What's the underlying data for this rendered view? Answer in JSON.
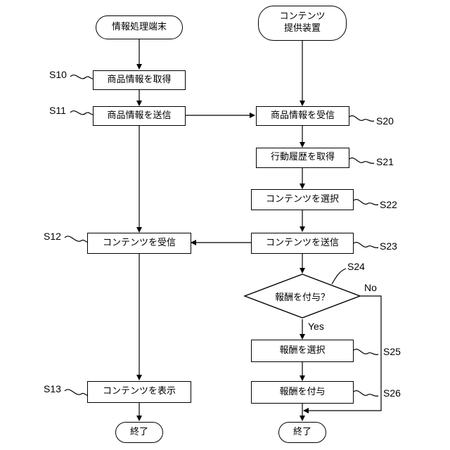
{
  "nodes": {
    "start_terminal": "情報処理端末",
    "start_provider": "コンテンツ\n提供装置",
    "s10": "商品情報を取得",
    "s11": "商品情報を送信",
    "s20": "商品情報を受信",
    "s21": "行動履歴を取得",
    "s22": "コンテンツを選択",
    "s23": "コンテンツを送信",
    "s12": "コンテンツを受信",
    "s24": "報酬を付与？",
    "s25": "報酬を選択",
    "s26": "報酬を付与",
    "s13": "コンテンツを表示",
    "end_terminal": "終了",
    "end_provider": "終了"
  },
  "step_labels": {
    "s10": "S10",
    "s11": "S11",
    "s12": "S12",
    "s13": "S13",
    "s20": "S20",
    "s21": "S21",
    "s22": "S22",
    "s23": "S23",
    "s24": "S24",
    "s25": "S25",
    "s26": "S26"
  },
  "branch_labels": {
    "yes": "Yes",
    "no": "No"
  }
}
